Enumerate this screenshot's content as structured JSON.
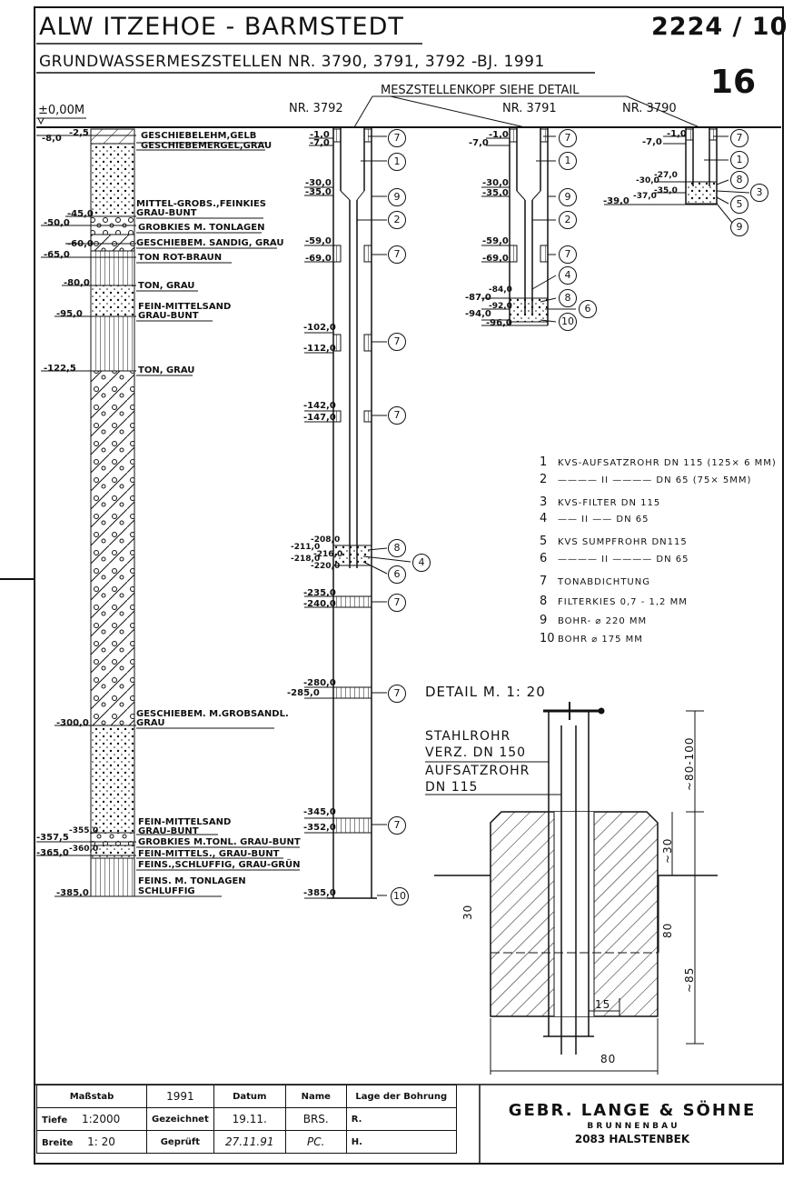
{
  "header": {
    "title": "ALW ITZEHOE - BARMSTEDT",
    "subtitle": "GRUNDWASSERMESZSTELLEN  NR. 3790, 3791,  3792 -BJ. 1991",
    "drawing_no": "2224 / 10",
    "sheet_no": "16"
  },
  "profile": {
    "datum": "±0,00M",
    "depths": [
      "-2,5",
      "-8,0",
      "-45,0",
      "-50,0",
      "-60,0",
      "-65,0",
      "-80,0",
      "-95,0",
      "-122,5",
      "-300,0",
      "-355,0",
      "-357,5",
      "-360,0",
      "-365,0",
      "-385,0"
    ],
    "layers": [
      "GESCHIEBELEHM,GELB",
      "GESCHIEBEMERGEL,GRAU",
      "MITTEL-GROBS.,FEINKIES",
      "GRAU-BUNT",
      "GROBKIES  M. TONLAGEN",
      "GESCHIEBEM. SANDIG, GRAU",
      "TON  ROT-BRAUN",
      "TON, GRAU",
      "FEIN-MITTELSAND",
      "GRAU-BUNT",
      "TON, GRAU",
      "GESCHIEBEM. M.GROBSANDL.",
      "GRAU",
      "FEIN-MITTELSAND",
      "GRAU-BUNT",
      "GROBKIES M.TONL. GRAU-BUNT",
      "FEIN-MITTELS.,  GRAU-BUNT",
      "FEINS.,SCHLUFFIG, GRAU-GRÜN",
      "FEINS. M. TONLAGEN",
      "SCHLUFFIG"
    ]
  },
  "wells": {
    "head_label": "MESZSTELLENKOPF  SIEHE  DETAIL",
    "w3792": {
      "name": "NR. 3792",
      "depths": [
        "-1,0",
        "-7,0",
        "-30,0",
        "-35,0",
        "-59,0",
        "-69,0",
        "-102,0",
        "-112,0",
        "-142,0",
        "-147,0",
        "-208,0",
        "-211,0",
        "-216,0",
        "-218,0",
        "-220,0",
        "-235,0",
        "-240,0",
        "-280,0",
        "-285,0",
        "-345,0",
        "-352,0",
        "-385,0"
      ],
      "callouts": [
        "7",
        "1",
        "9",
        "2",
        "7",
        "7",
        "7",
        "8",
        "4",
        "6",
        "7",
        "7",
        "7",
        "10"
      ]
    },
    "w3791": {
      "name": "NR. 3791",
      "depths": [
        "-1,0",
        "-7,0",
        "-30,0",
        "-35,0",
        "-59,0",
        "-69,0",
        "-84,0",
        "-87,0",
        "-92,0",
        "-94,0",
        "-96,0"
      ],
      "callouts": [
        "7",
        "1",
        "9",
        "2",
        "7",
        "4",
        "8",
        "6",
        "10"
      ]
    },
    "w3790": {
      "name": "NR. 3790",
      "depths": [
        "-1,0",
        "-7,0",
        "-27,0",
        "-30,0",
        "-35,0",
        "-37,0",
        "-39,0"
      ],
      "callouts": [
        "7",
        "1",
        "8",
        "3",
        "5",
        "9"
      ]
    }
  },
  "legend": [
    {
      "n": "1",
      "t": "KVS-AUFSATZROHR  DN 115 (125× 6 MM)"
    },
    {
      "n": "2",
      "t": "———— II ———— DN 65 (75× 5MM)"
    },
    {
      "n": "3",
      "t": "KVS-FILTER  DN 115"
    },
    {
      "n": "4",
      "t": "—— II ——  DN 65"
    },
    {
      "n": "5",
      "t": "KVS SUMPFROHR DN115"
    },
    {
      "n": "6",
      "t": "———— II ———— DN 65"
    },
    {
      "n": "7",
      "t": "TONABDICHTUNG"
    },
    {
      "n": "8",
      "t": "FILTERKIES  0,7 - 1,2 MM"
    },
    {
      "n": "9",
      "t": "BOHR- ⌀ 220 MM"
    },
    {
      "n": "10",
      "t": "BOHR  ⌀ 175 MM"
    }
  ],
  "detail": {
    "title": "DETAIL    M. 1: 20",
    "l1": "STAHLROHR",
    "l2": "VERZ. DN 150",
    "l3": "AUFSATZROHR",
    "l4": "DN 115",
    "d1": "~80-100",
    "d2": "~30",
    "d3": "30",
    "d4": "80",
    "d5": "~85",
    "d6": "15",
    "d7": "80"
  },
  "titleblock": {
    "massstab": "Maßstab",
    "year": "1991",
    "datum": "Datum",
    "name": "Name",
    "lage": "Lage der Bohrung",
    "tiefe": "Tiefe",
    "tiefe_val": "1:2000",
    "gezeichnet": "Gezeichnet",
    "gez_date": "19.11.",
    "gez_name": "BRS.",
    "r": "R.",
    "breite": "Breite",
    "breite_val": "1: 20",
    "geprueft": "Geprüft",
    "gep_date": "27.11.91",
    "gep_name": "PC.",
    "h": "H.",
    "firm1": "GEBR. LANGE & SÖHNE",
    "firm2": "B R U N N E N B A U",
    "firm3": "2083 HALSTENBEK"
  }
}
